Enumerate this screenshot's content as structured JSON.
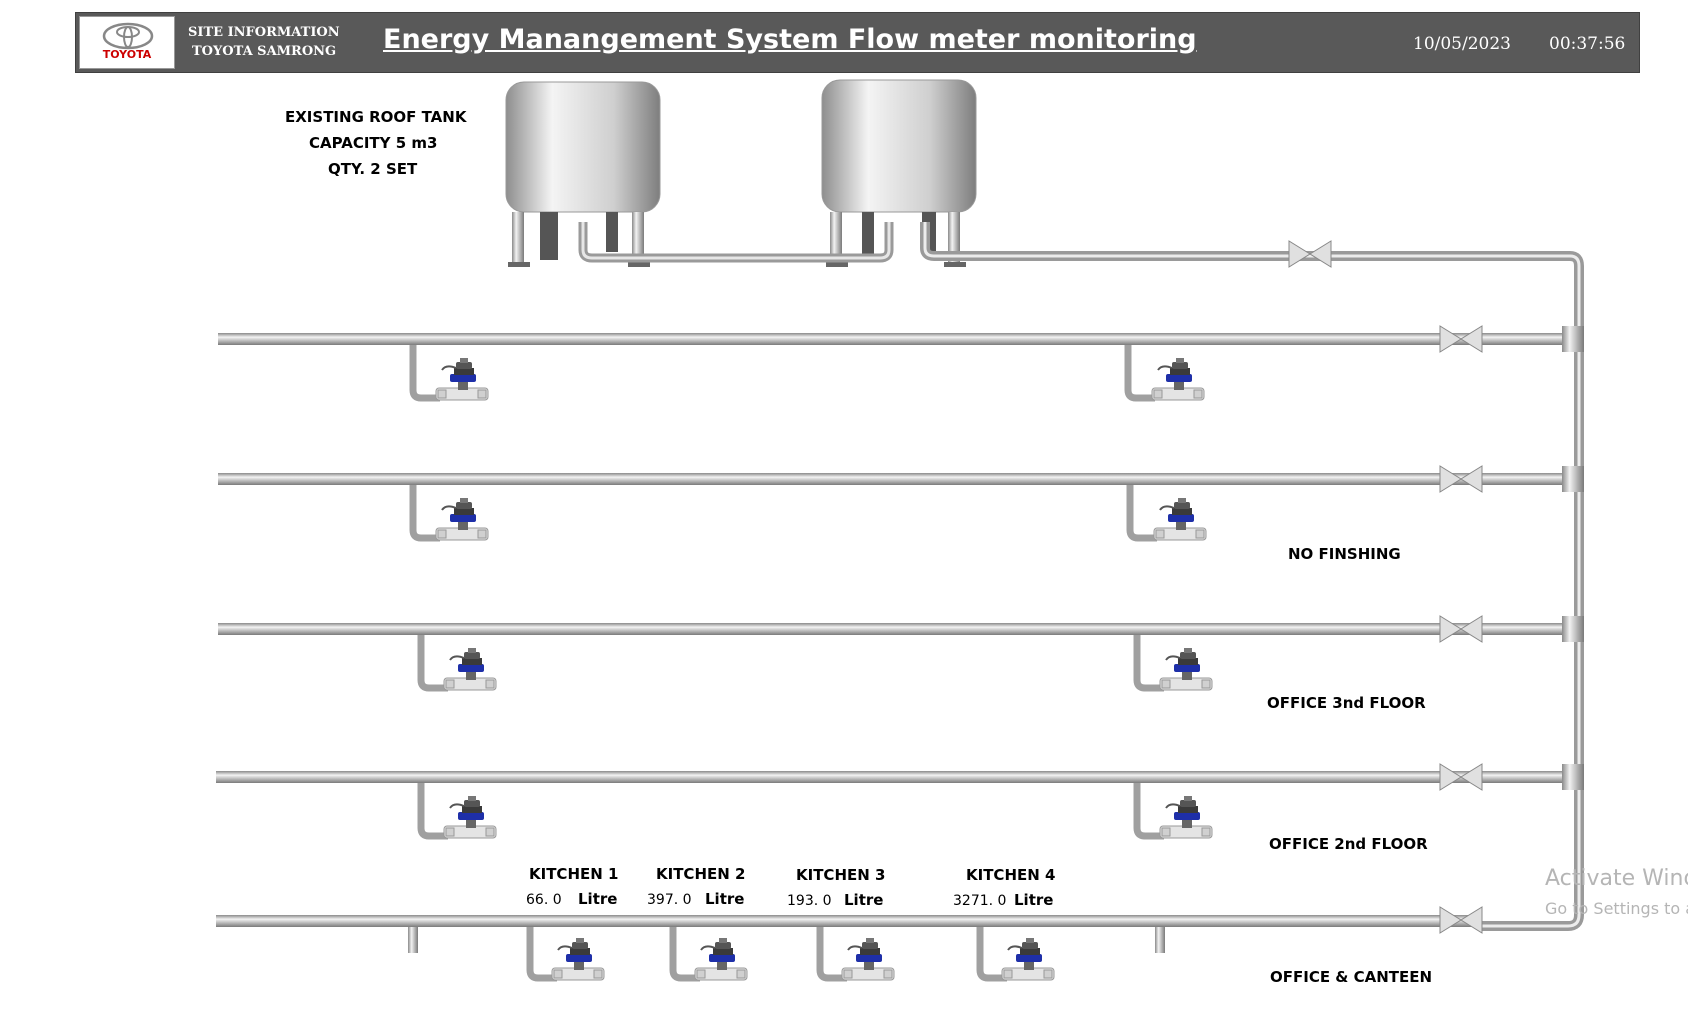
{
  "header": {
    "brand": "TOYOTA",
    "site_info": "SITE INFORMATION",
    "site_name": "TOYOTA SAMRONG",
    "title": "Energy Manangement System Flow meter monitoring",
    "date": "10/05/2023",
    "time": "00:37:56"
  },
  "tank_info": {
    "line1": "EXISTING ROOF TANK",
    "line2": "CAPACITY 5 m3",
    "line3": "QTY. 2 SET"
  },
  "floors": {
    "no_finishing": "NO FINSHING",
    "office_3": "OFFICE  3nd FLOOR",
    "office_2": "OFFICE  2nd FLOOR",
    "office_canteen": "OFFICE & CANTEEN"
  },
  "kitchens": [
    {
      "name": "KITCHEN 1",
      "value": "66. 0",
      "unit": "Litre"
    },
    {
      "name": "KITCHEN 2",
      "value": "397. 0",
      "unit": "Litre"
    },
    {
      "name": "KITCHEN 3",
      "value": "193. 0",
      "unit": "Litre"
    },
    {
      "name": "KITCHEN 4",
      "value": "3271. 0",
      "unit": "Litre"
    }
  ],
  "watermark": {
    "line1": "Activate Wind",
    "line2": "Go to Settings to a"
  },
  "colors": {
    "header_bg": "#595959",
    "pipe": "#b9b9b9",
    "meter_blue": "#1e2fa8",
    "logo_red": "#cc0000"
  }
}
